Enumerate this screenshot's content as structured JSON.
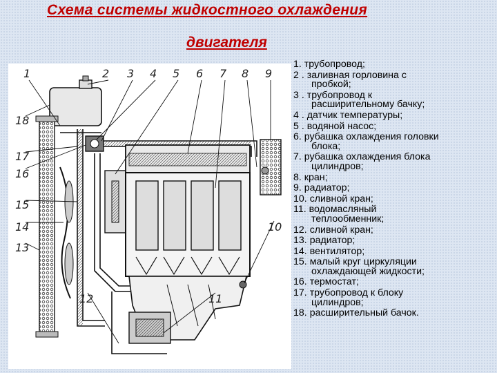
{
  "title": {
    "line1": "Схема системы жидкостного охлаждения",
    "line2": "двигателя"
  },
  "callouts": [
    "1",
    "2",
    "3",
    "4",
    "5",
    "6",
    "7",
    "8",
    "9",
    "10",
    "11",
    "12",
    "13",
    "14",
    "15",
    "16",
    "17",
    "18"
  ],
  "legend": [
    {
      "num": "1.",
      "text": "трубопровод;",
      "cont": ""
    },
    {
      "num": "2 .",
      "text": "заливная горловина с",
      "cont": "пробкой;"
    },
    {
      "num": "3 .",
      "text": "трубопровод к",
      "cont": "расширительному бачку;"
    },
    {
      "num": "4 .",
      "text": "датчик температуры;",
      "cont": ""
    },
    {
      "num": "5 .",
      "text": "водяной насос;",
      "cont": ""
    },
    {
      "num": "6.",
      "text": "рубашка охлаждения головки",
      "cont": "блока;"
    },
    {
      "num": "7.",
      "text": "рубашка охлаждения блока",
      "cont": "цилиндров;"
    },
    {
      "num": "8.",
      "text": "кран;",
      "cont": ""
    },
    {
      "num": "9.",
      "text": "радиатор;",
      "cont": ""
    },
    {
      "num": "10.",
      "text": "сливной кран;",
      "cont": ""
    },
    {
      "num": "11.",
      "text": "водомасляный",
      "cont": "теплообменник;"
    },
    {
      "num": "12.",
      "text": "сливной кран;",
      "cont": ""
    },
    {
      "num": "13.",
      "text": "радиатор;",
      "cont": ""
    },
    {
      "num": "14.",
      "text": "вентилятор;",
      "cont": ""
    },
    {
      "num": "15.",
      "text": "малый круг циркуляции",
      "cont": "охлаждающей жидкости;"
    },
    {
      "num": "16.",
      "text": "термостат;",
      "cont": ""
    },
    {
      "num": "17.",
      "text": "трубопровод к блоку",
      "cont": "цилиндров;"
    },
    {
      "num": "18.",
      "text": "расширительный бачок.",
      "cont": ""
    }
  ]
}
